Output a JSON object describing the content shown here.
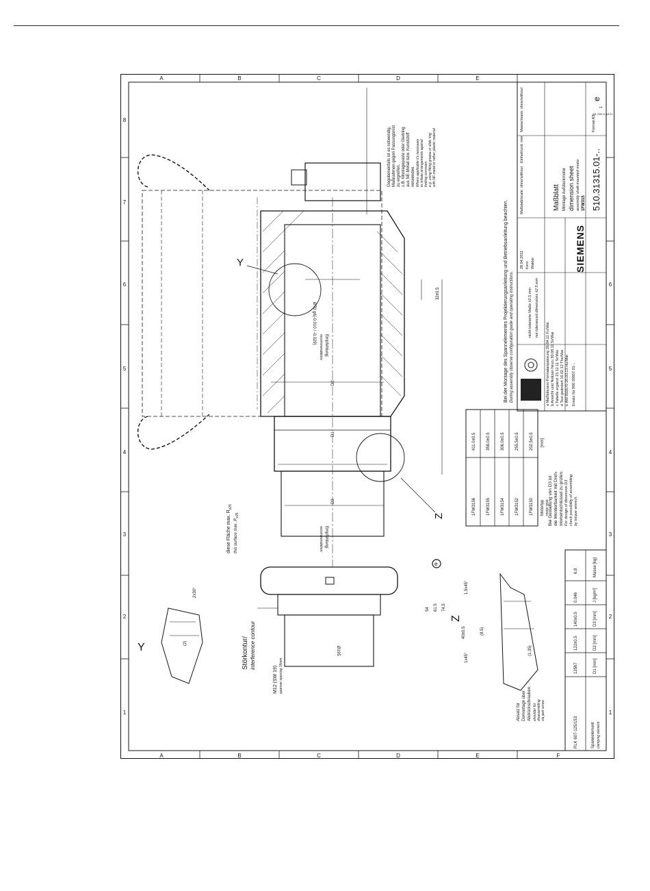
{
  "zone_letters": [
    "A",
    "B",
    "C",
    "D",
    "E",
    "F"
  ],
  "zone_numbers": [
    "1",
    "2",
    "3",
    "4",
    "5",
    "6",
    "7",
    "8"
  ],
  "annotations": {
    "surface_de": "diese Fläche max. R",
    "surface_de_sub": "z25",
    "surface_en": "this surface max. R",
    "surface_en_sub": "z25",
    "label_y": "Y",
    "label_z": "Z",
    "interference_de": "Störkontur/",
    "interference_en": "interference contour",
    "m12_de": "M12 (SW 19)",
    "m12_en": "spanner opening 19mm",
    "removal_de": [
      "Absatz für",
      "Demontage über",
      "Abdrückschrauben"
    ],
    "removal_en": [
      "shoulder for",
      "disassembling",
      "via jack screw"
    ],
    "passung_de": [
      "Gegebenenfalls ist es notwendig,",
      "Maßnahmen gegen Passungsrost",
      "zu ergreifen.",
      "z.B. Montagepaste oder Gleitring",
      "aus NE-Metall bzw. Kunststoff",
      "verwenden"
    ],
    "passung_en": [
      "Where applicable it's necessary",
      "to initiate arrangements against",
      "fretting corrosion",
      "e.g. using fitting grease or slide ring",
      "with NF-metal or rather plastic material"
    ],
    "empfehlung_de": "Empfehlung:",
    "empfehlung_en": "recommendation:",
    "d1": "D1",
    "d2": "D2",
    "d3": "D3",
    "d70": "Ø70 g6(-0.010 / -0.029)",
    "dim_32": "32±0.5",
    "dim_195": "Ø195",
    "dim_54": "54",
    "dim_61_5": "61.5",
    "dim_74_5": "74.5",
    "dim_40": "40±0.5",
    "dim_8_5": "(8.5)",
    "dim_1_5x45": "1.5x45°",
    "dim_1x45": "1x45°",
    "dim_1_35": "(1.35)",
    "dim_2x30": "2x30°",
    "dim_2": "(2)",
    "d3_note_de": [
      "Bei Gestaltung von D3 ist",
      "die Montierbarkeit mit Dreh-",
      "momentschlüssel zu prüfen."
    ],
    "d3_note_en": [
      "For design of dimension D3",
      "check possibility of assembling",
      "by torque wrench."
    ],
    "assembly_note_de": "Bei der Montage des Spannelementes Projektierungsanleitung und Betriebsanleitung beachten.",
    "assembly_note_en": "During assembly observe configuration guide and operating instructions.",
    "e_symbol": "e"
  },
  "motor_table": {
    "rows": [
      [
        "1FW3156",
        "411.0±0.5"
      ],
      [
        "1FW3155",
        "358.0±0.5"
      ],
      [
        "1FW3154",
        "306.0±0.5"
      ],
      [
        "1FW3152",
        "255.5±0.5"
      ],
      [
        "1FW3150",
        "202.5±0.5"
      ]
    ],
    "footer": [
      "Motortyp",
      "[mm]"
    ],
    "footer_en": "motor type"
  },
  "element_table": {
    "headers": [
      "Spannelement",
      "D1 [mm]",
      "D2 [mm]",
      "D3 [mm]",
      "J [kgm²]",
      "Masse [kg]"
    ],
    "headers_en": "clamping element",
    "row": [
      "RLK 607-125/153",
      "125h7",
      "122±0.5",
      "140±0.5",
      "0.046",
      "6.8"
    ]
  },
  "title_block": {
    "revisions": [
      "a Maßtoleranz-Formatanpassung  26.04.11  Fu/Wai",
      "b Ansicht und Notizen hinzu  30.08.11  Sr/Wai",
      "c Tabelle ergänzt  15.12.11  Sr/Wai",
      "d Text geändert  16.02.12  The/Mar",
      "e ÄM 950570  26.03.13  Hu/Mar"
    ],
    "tolerance_de": "nicht tolerierte Maße ±2.5 mm",
    "tolerance_en": "not toleranced dimensions ±2.5 mm",
    "date": "28.04.2011",
    "drawn_by": "Kern",
    "approved_by": "Walder",
    "company": "SIEMENS",
    "title_de": "Maßblatt",
    "subtitle_de": "Montage Aufsteckmotor",
    "title_en": "dimension sheet",
    "subtitle_en": "assembly shaft-mounted motor",
    "motor": "1FW315",
    "drawing_number": "510.31315.01-..",
    "replaced": "Ersatz für 900.35857.01-..",
    "format": "Format A3",
    "sheet": "1",
    "revision_index": "e",
    "scale": "Maßstab/scale: ohne/without",
    "unit": "Einheit/unit: mm",
    "mass": "Masse/mass: ohne/without",
    "stamp": "AR-70N D-18 01"
  }
}
